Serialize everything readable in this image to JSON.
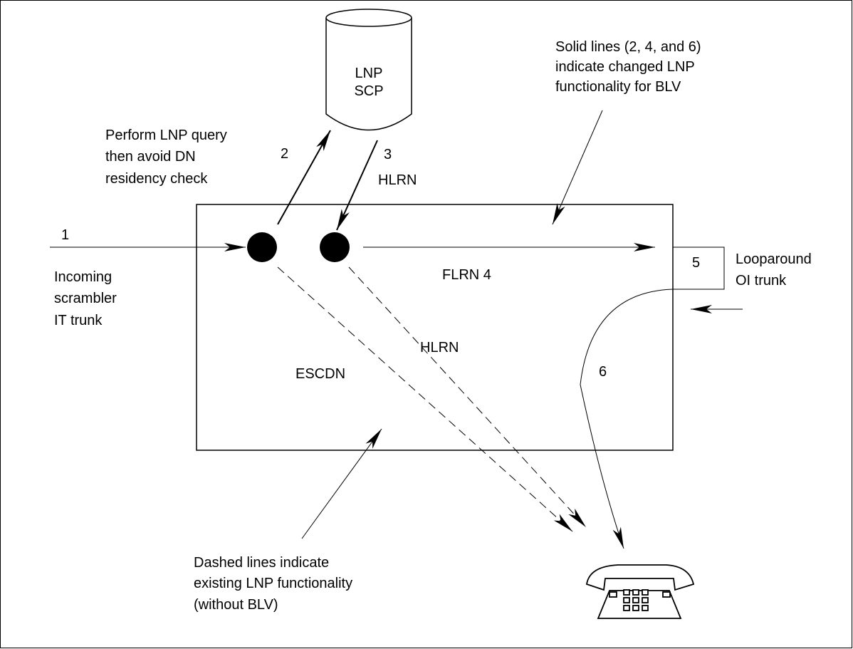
{
  "scp": {
    "line1": "LNP",
    "line2": "SCP"
  },
  "step_labels": {
    "step1": "1",
    "step2": "2",
    "step3": "3",
    "step3_name": "HLRN",
    "step4": "FLRN  4",
    "step5": "5",
    "step6": "6"
  },
  "notes": {
    "solid_lines": [
      "Solid lines (2, 4, and 6)",
      "indicate changed LNP",
      "functionality for BLV"
    ],
    "query": [
      "Perform LNP query",
      "then avoid DN",
      "residency check"
    ],
    "incoming": [
      "Incoming",
      "scrambler",
      "IT trunk"
    ],
    "looparound": [
      "Looparound",
      "OI trunk"
    ],
    "dashed_lines": [
      "Dashed lines indicate",
      "existing LNP functionality",
      "(without BLV)"
    ]
  },
  "dashed_labels": {
    "hlrn": "HLRN",
    "escdn": "ESCDN"
  },
  "phone_icon": "telephone-icon"
}
